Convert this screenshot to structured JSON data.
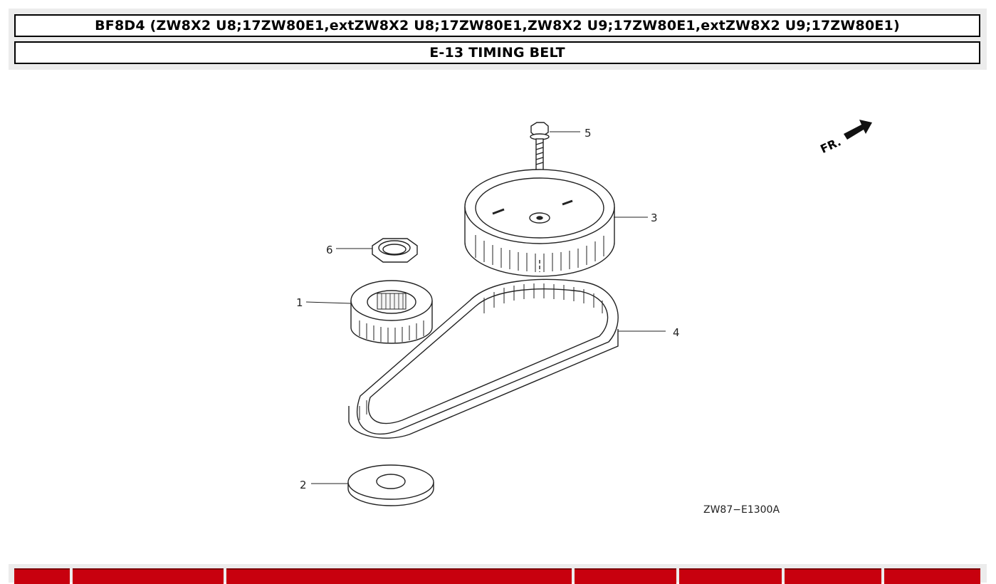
{
  "header": {
    "model_line": "BF8D4 (ZW8X2 U8;17ZW80E1,extZW8X2 U8;17ZW80E1,ZW8X2 U9;17ZW80E1,extZW8X2 U9;17ZW80E1)",
    "section_title": "E-13 TIMING BELT"
  },
  "diagram": {
    "orientation_label": "FR.",
    "diagram_code": "ZW87−E1300A",
    "callouts": [
      {
        "number": "1",
        "part": "driven-pulley"
      },
      {
        "number": "2",
        "part": "guide-plate"
      },
      {
        "number": "3",
        "part": "timing-pulley"
      },
      {
        "number": "4",
        "part": "timing-belt"
      },
      {
        "number": "5",
        "part": "flange-bolt"
      },
      {
        "number": "6",
        "part": "lock-nut"
      }
    ]
  },
  "footer": {
    "accent_color": "#c8000e",
    "cells": 7
  }
}
